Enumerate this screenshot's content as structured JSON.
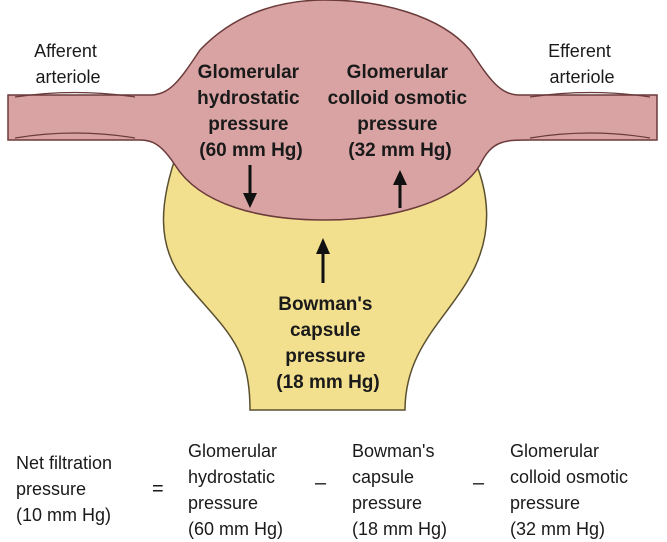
{
  "colors": {
    "vessel": "#d9a3a3",
    "vessel_stroke": "#6b3a3a",
    "capsule": "#f2e08e",
    "capsule_stroke": "#5a5030"
  },
  "labels": {
    "afferent": [
      "Afferent",
      "arteriole"
    ],
    "efferent": [
      "Efferent",
      "arteriole"
    ],
    "ghp": [
      "Glomerular",
      "hydrostatic",
      "pressure",
      "(60 mm Hg)"
    ],
    "gcop": [
      "Glomerular",
      "colloid osmotic",
      "pressure",
      "(32 mm Hg)"
    ],
    "bcp": [
      "Bowman's",
      "capsule",
      "pressure",
      "(18 mm Hg)"
    ]
  },
  "equation": {
    "nfp": [
      "Net filtration",
      "pressure",
      "(10 mm Hg)"
    ],
    "equals": "=",
    "minus": "–",
    "term1": [
      "Glomerular",
      "hydrostatic",
      "pressure",
      "(60 mm Hg)"
    ],
    "term2": [
      "Bowman's",
      "capsule",
      "pressure",
      "(18 mm Hg)"
    ],
    "term3": [
      "Glomerular",
      "colloid osmotic",
      "pressure",
      "(32 mm Hg)"
    ]
  }
}
